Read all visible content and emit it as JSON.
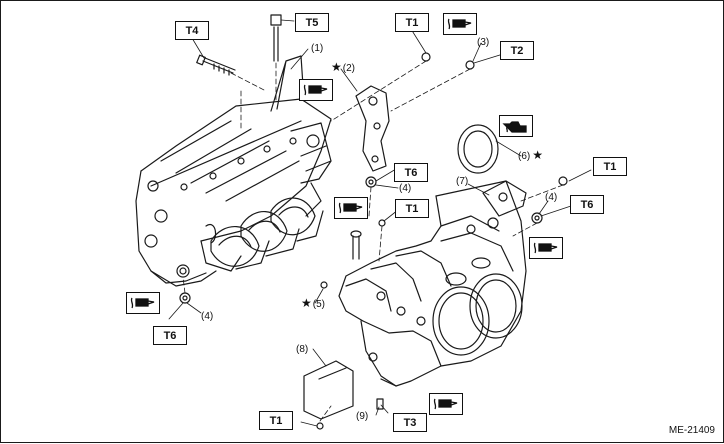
{
  "diagram_id": "ME-21409",
  "torque_labels": {
    "t4": "T4",
    "t5": "T5",
    "t1_top": "T1",
    "t1_mid": "T1",
    "t1_right": "T1",
    "t1_bottom": "T1",
    "t2": "T2",
    "t3": "T3",
    "t6_center": "T6",
    "t6_right": "T6",
    "t6_left": "T6"
  },
  "callouts": {
    "c1": "(1)",
    "c2": "(2)",
    "c3": "(3)",
    "c4_center": "(4)",
    "c4_right": "(4)",
    "c4_left": "(4)",
    "c5": "(5)",
    "c6": "(6)",
    "c7": "(7)",
    "c8": "(8)",
    "c9": "(9)"
  },
  "markers": {
    "star": "★"
  },
  "symbols": {
    "liquid_gasket": "liquid-gasket-applicator-icon",
    "engine_oil": "oil-can-icon"
  },
  "colors": {
    "line": "#1a1a1a",
    "background": "#ffffff"
  }
}
